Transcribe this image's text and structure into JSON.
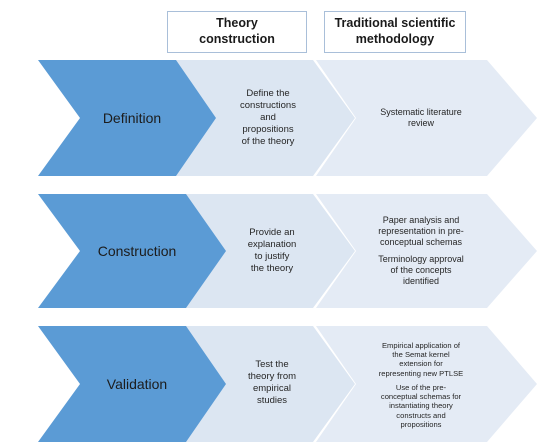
{
  "colors": {
    "phase_fill": "#5b9bd5",
    "step_fill": "#dce6f2",
    "step_fill_light": "#e4ebf5",
    "header_border": "#a9bfd9"
  },
  "headers": {
    "theory_construction": "Theory\nconstruction",
    "traditional_methodology": "Traditional scientific\nmethodology"
  },
  "rows": [
    {
      "phase": "Definition",
      "theory_step": "Define the\nconstructions\nand\npropositions\nof the theory",
      "method_steps": [
        "Systematic literature\nreview"
      ]
    },
    {
      "phase": "Construction",
      "theory_step": "Provide an\nexplanation\nto justify\nthe theory",
      "method_steps": [
        "Paper analysis and\nrepresentation in pre-\nconceptual schemas",
        "Terminology approval\nof the concepts\nidentified"
      ]
    },
    {
      "phase": "Validation",
      "theory_step": "Test the\ntheory from\nempirical\nstudies",
      "method_steps": [
        "Empirical application of\nthe Semat kernel\nextension for\nrepresenting new PTLSE",
        "Use of the pre-\nconceptual schemas for\ninstantiating theory\nconstructs and\npropositions"
      ]
    }
  ]
}
